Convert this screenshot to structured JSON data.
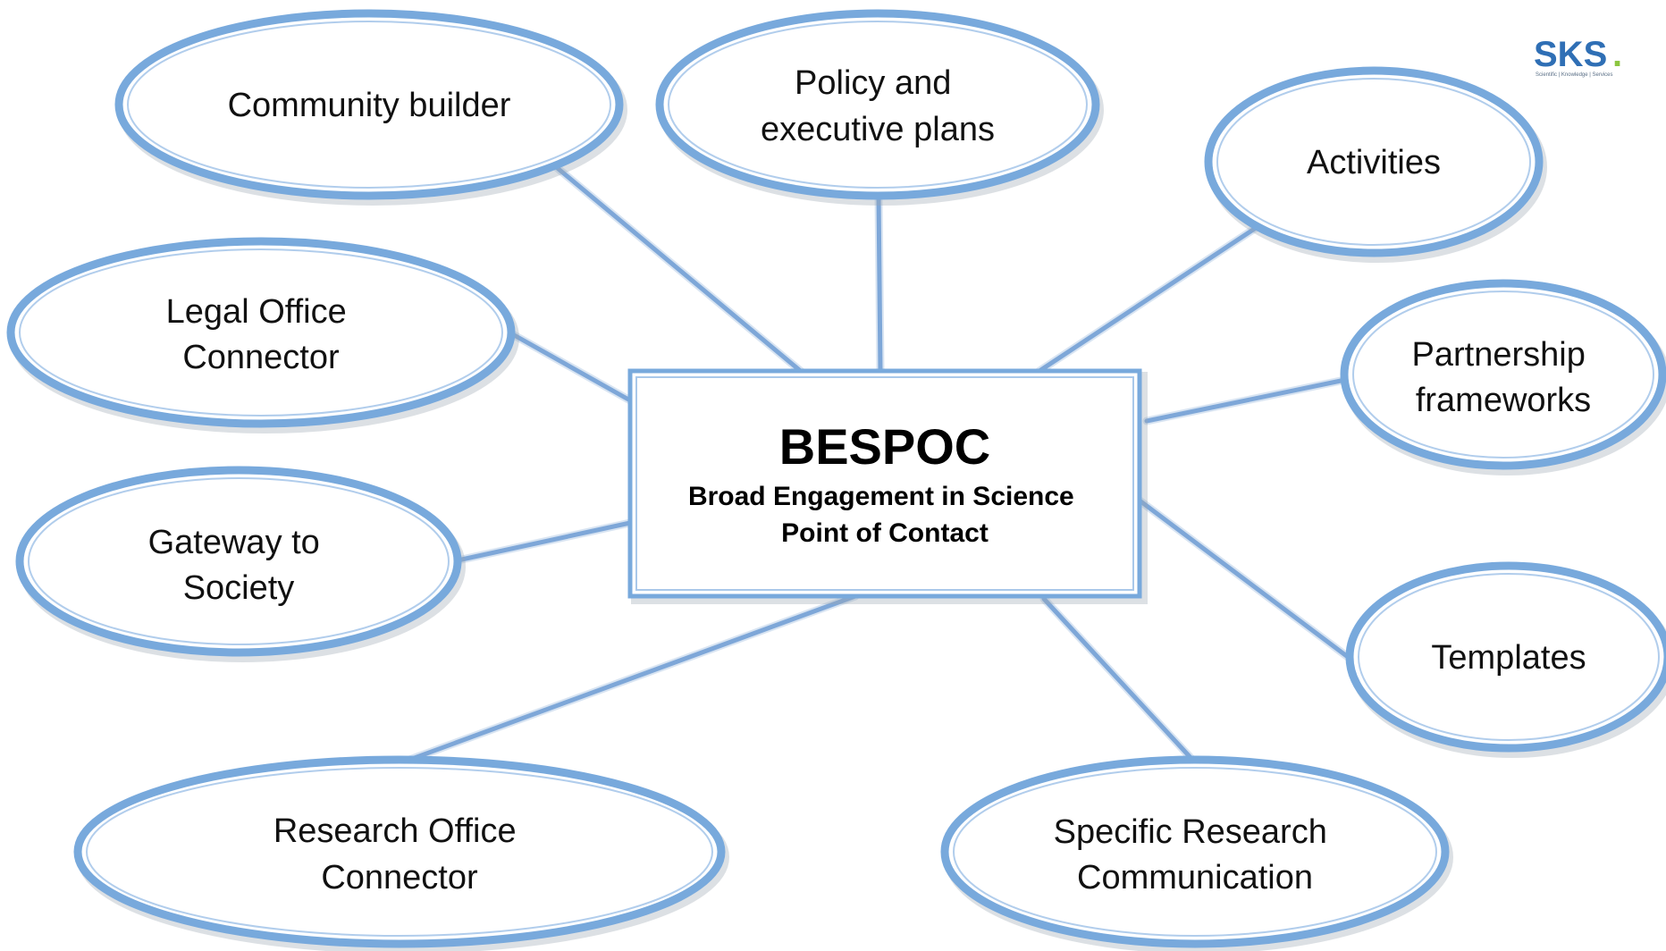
{
  "logo": {
    "text": "SKS",
    "dot": ".",
    "tagline": "Scientific | Knowledge | Services"
  },
  "center": {
    "title": "BESPOC",
    "subtitle_lines": [
      "Broad Engagement in Science",
      "Point of Contact"
    ]
  },
  "nodes": [
    {
      "id": "community-builder",
      "lines": [
        "Community builder"
      ]
    },
    {
      "id": "policy-and-executive-plans",
      "lines": [
        "Policy and",
        "executive plans"
      ]
    },
    {
      "id": "activities",
      "lines": [
        "Activities"
      ]
    },
    {
      "id": "legal-office-connector",
      "lines": [
        "Legal Office",
        "Connector"
      ]
    },
    {
      "id": "partnership-frameworks",
      "lines": [
        "Partnership",
        "frameworks"
      ]
    },
    {
      "id": "gateway-to-society",
      "lines": [
        "Gateway to",
        "Society"
      ]
    },
    {
      "id": "templates",
      "lines": [
        "Templates"
      ]
    },
    {
      "id": "research-office-connector",
      "lines": [
        "Research Office",
        "Connector"
      ]
    },
    {
      "id": "specific-research-communication",
      "lines": [
        "Specific Research",
        "Communication"
      ]
    }
  ],
  "colors": {
    "outline": "#78a9dc",
    "connector": "#7ea7d8",
    "logo": "#2f6fb5",
    "logo_dot": "#8cc63f"
  }
}
